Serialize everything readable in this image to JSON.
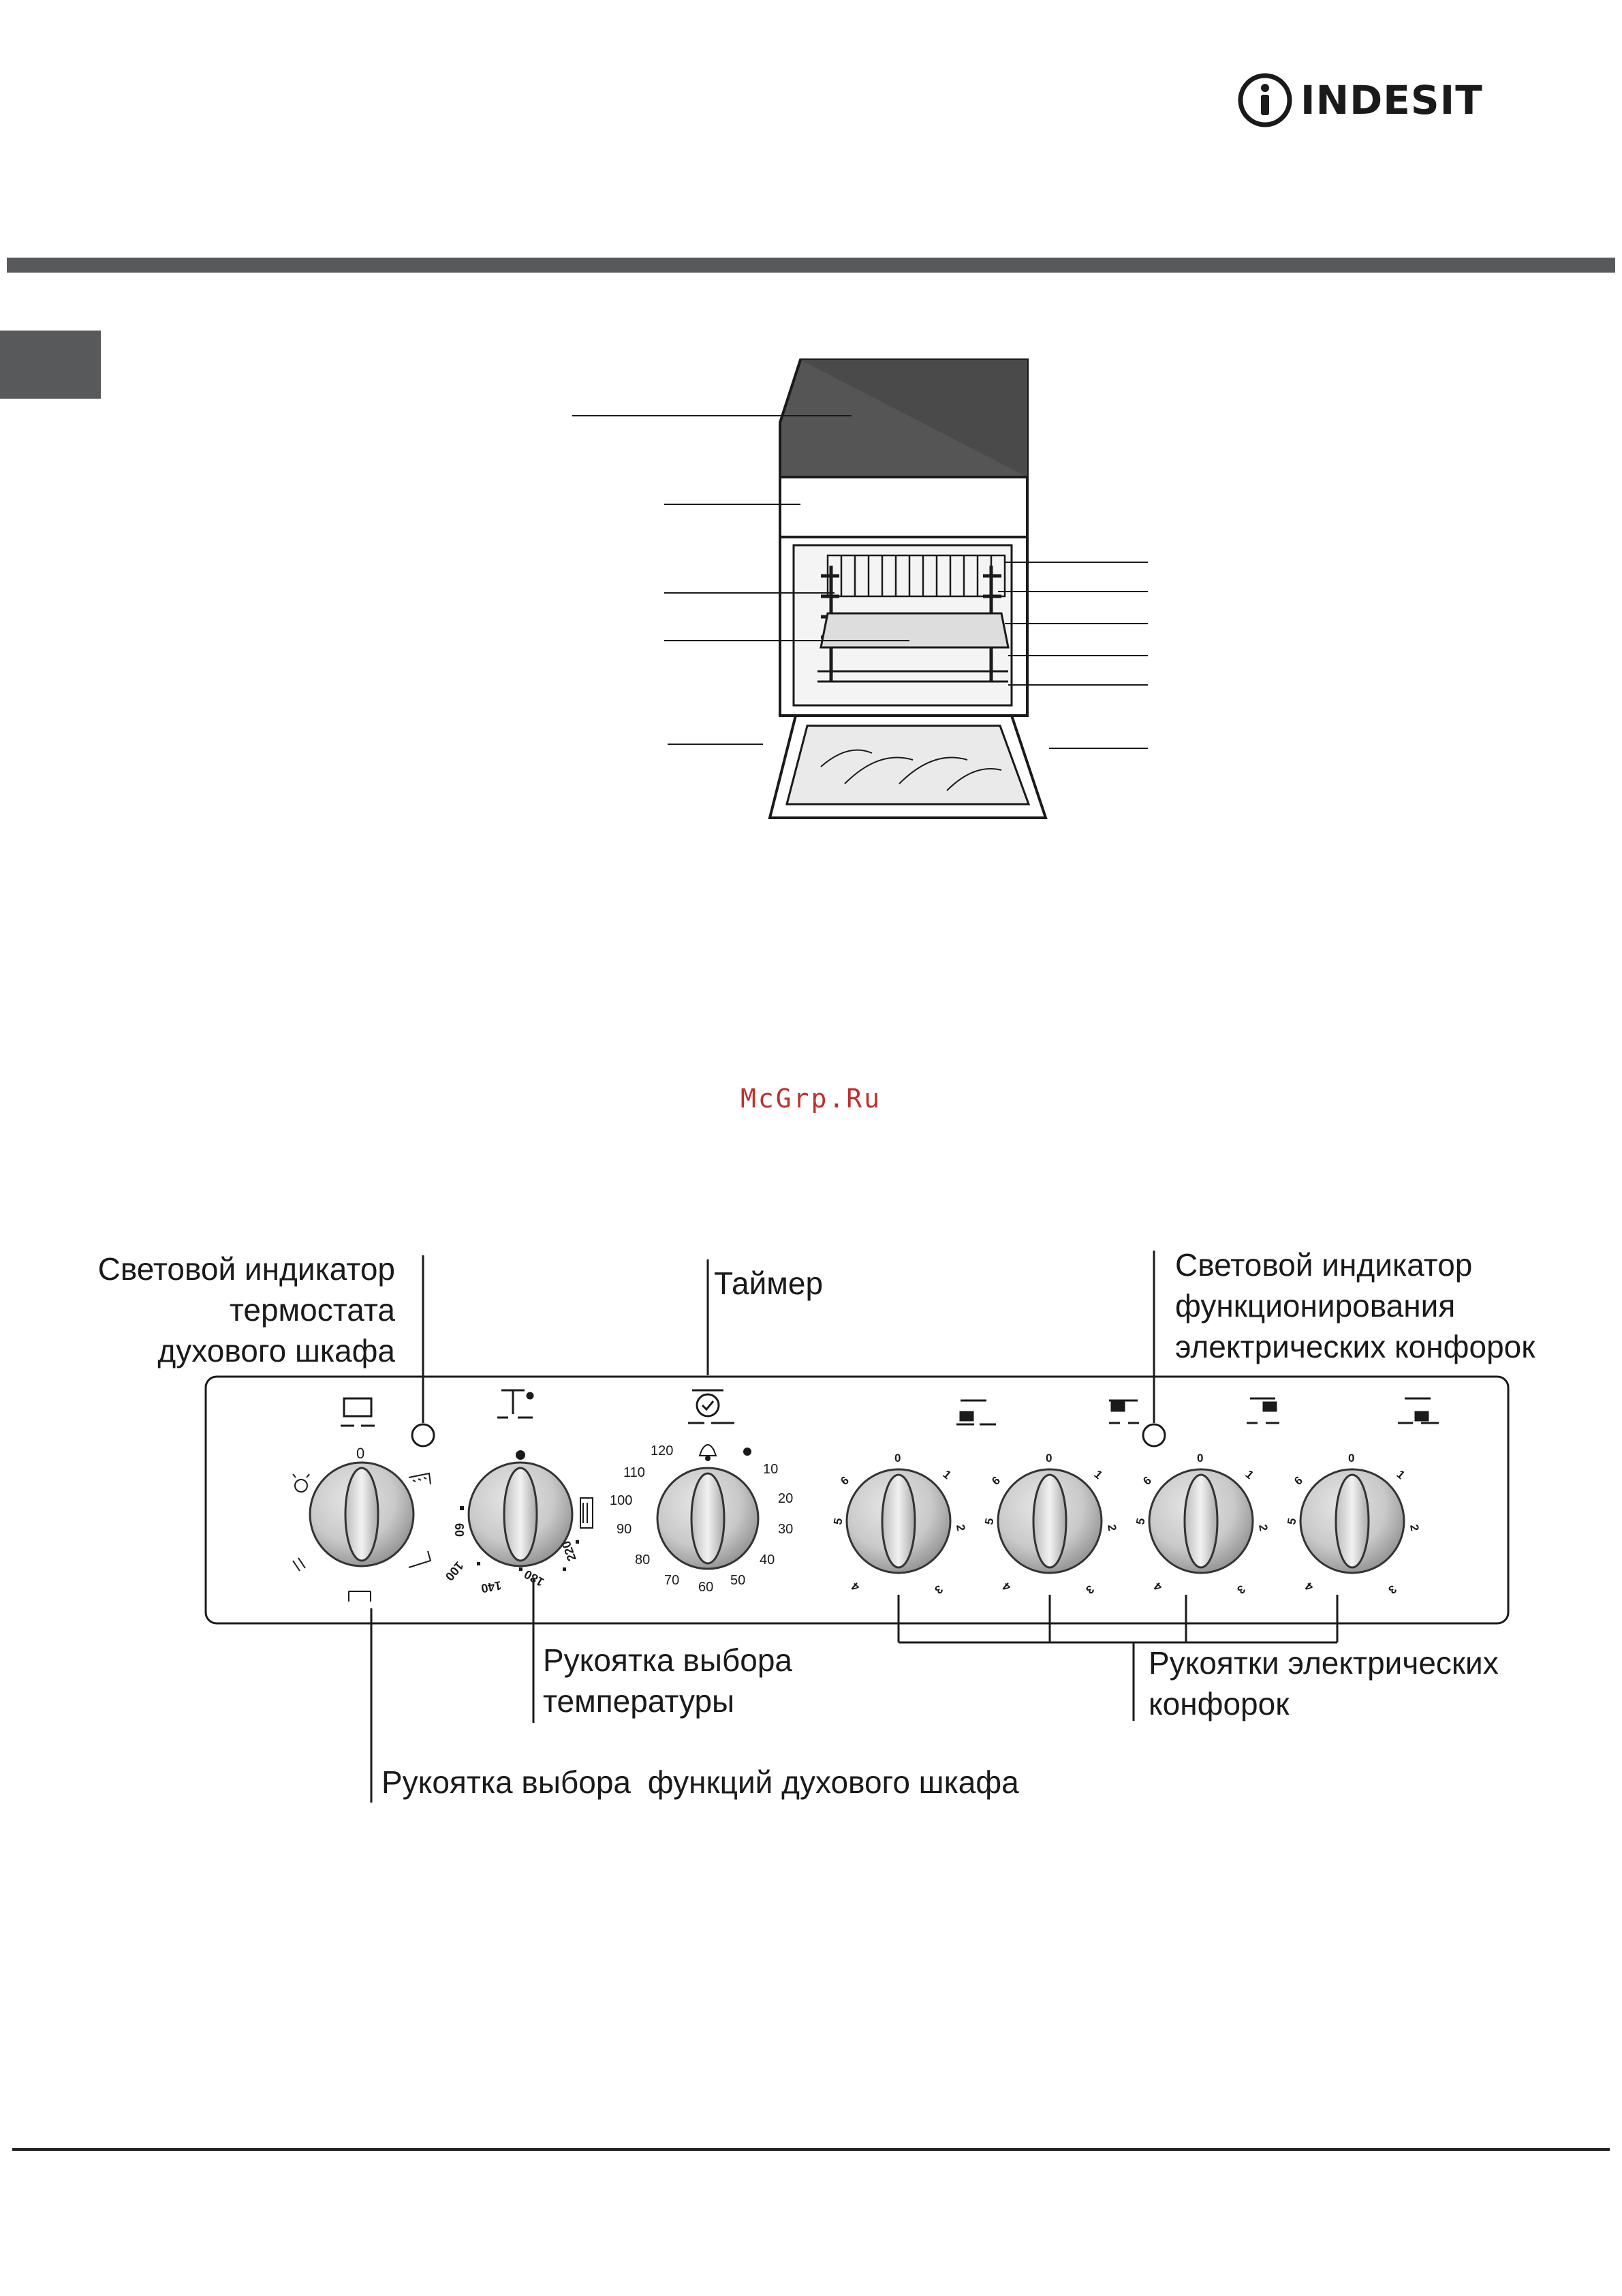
{
  "brand": {
    "logo_text": "INDESIT",
    "logo_icon": "indesit-i-circle-icon"
  },
  "watermark": "McGrp.Ru",
  "labels": {
    "oven_thermostat_indicator": [
      "Световой индикатор",
      "термостата",
      "духового шкафа"
    ],
    "timer": "Таймер",
    "hotplate_indicator": [
      "Световой индикатор",
      "функционирования",
      "электрических конфорок"
    ],
    "temperature_knob": [
      "Рукоятка выбора",
      "температуры"
    ],
    "hotplate_knobs": [
      "Рукоятки электрических",
      "конфорок"
    ],
    "function_knob": [
      "Рукоятка выбора",
      "функций духового шкафа"
    ]
  },
  "control_panel": {
    "function_knob_marks": [
      "0"
    ],
    "temperature_knob_marks": [
      "60",
      "100",
      "140",
      "180",
      "220"
    ],
    "timer_marks": [
      "10",
      "20",
      "30",
      "40",
      "50",
      "60",
      "70",
      "80",
      "90",
      "100",
      "110",
      "120"
    ],
    "hotplate_knob_marks": [
      "0",
      "1",
      "2",
      "3",
      "4",
      "5",
      "6"
    ]
  },
  "colors": {
    "rule": "#58595b",
    "watermark": "#c0302c",
    "line": "#1a1a1a"
  }
}
